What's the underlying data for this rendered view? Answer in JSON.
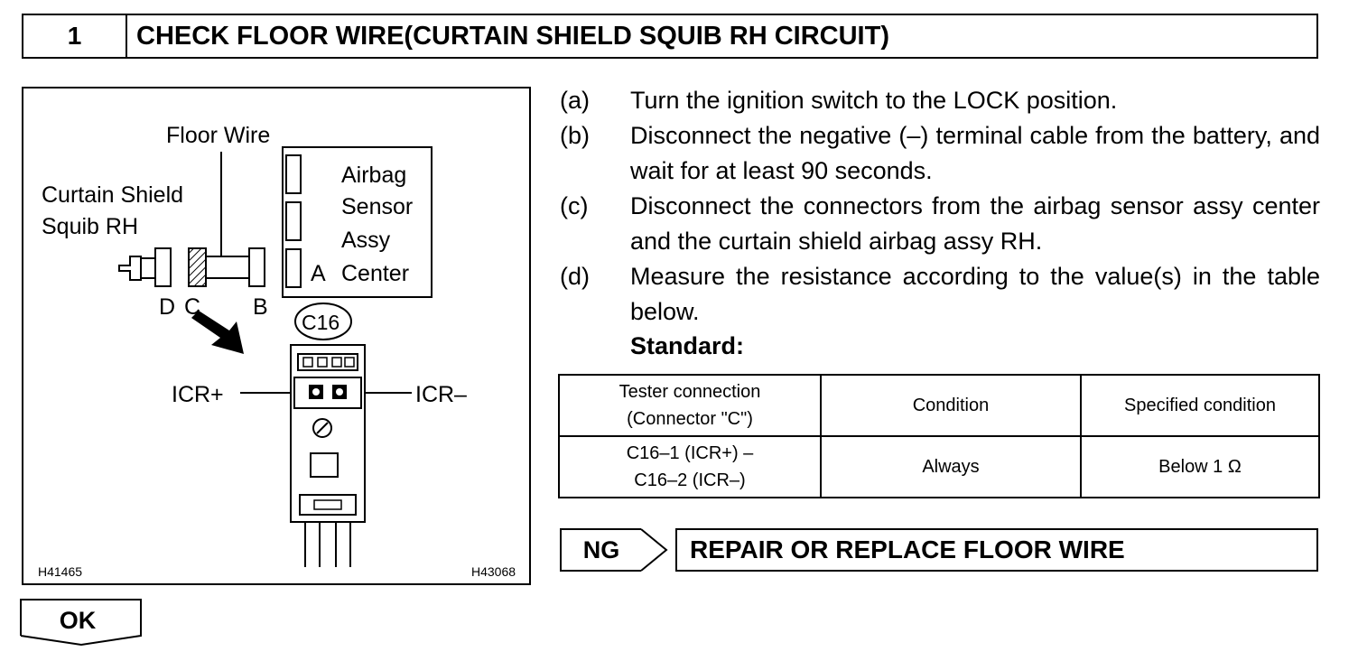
{
  "header": {
    "step_number": "1",
    "title": "CHECK FLOOR WIRE(CURTAIN SHIELD SQUIB RH CIRCUIT)"
  },
  "diagram": {
    "floor_wire_label": "Floor Wire",
    "curtain_label_1": "Curtain Shield",
    "curtain_label_2": "Squib RH",
    "sensor_label_1": "Airbag",
    "sensor_label_2": "Sensor",
    "sensor_label_3": "Assy",
    "sensor_label_4": "Center",
    "conn_a": "A",
    "conn_b": "B",
    "conn_c": "C",
    "conn_d": "D",
    "connector_id": "C16",
    "icr_plus": "ICR+",
    "icr_minus": "ICR–",
    "ref_left": "H41465",
    "ref_right": "H43068"
  },
  "steps": [
    {
      "label": "(a)",
      "text": "Turn the ignition switch to the LOCK position."
    },
    {
      "label": "(b)",
      "text": "Disconnect the negative (–) terminal cable from the battery, and wait for at least 90 seconds."
    },
    {
      "label": "(c)",
      "text": "Disconnect the connectors from the airbag sensor assy center and the curtain shield airbag assy RH."
    },
    {
      "label": "(d)",
      "text": "Measure the resistance according to the value(s) in the table below."
    }
  ],
  "standard_label": "Standard:",
  "table": {
    "headers": [
      "Tester connection",
      "(Connector \"C\")",
      "Condition",
      "Specified condition"
    ],
    "row": {
      "conn_line1": "C16–1 (ICR+) –",
      "conn_line2": "C16–2 (ICR–)",
      "condition": "Always",
      "spec": "Below 1 Ω"
    }
  },
  "ng": {
    "label": "NG",
    "action": "REPAIR OR REPLACE FLOOR WIRE"
  },
  "ok": {
    "label": "OK"
  }
}
